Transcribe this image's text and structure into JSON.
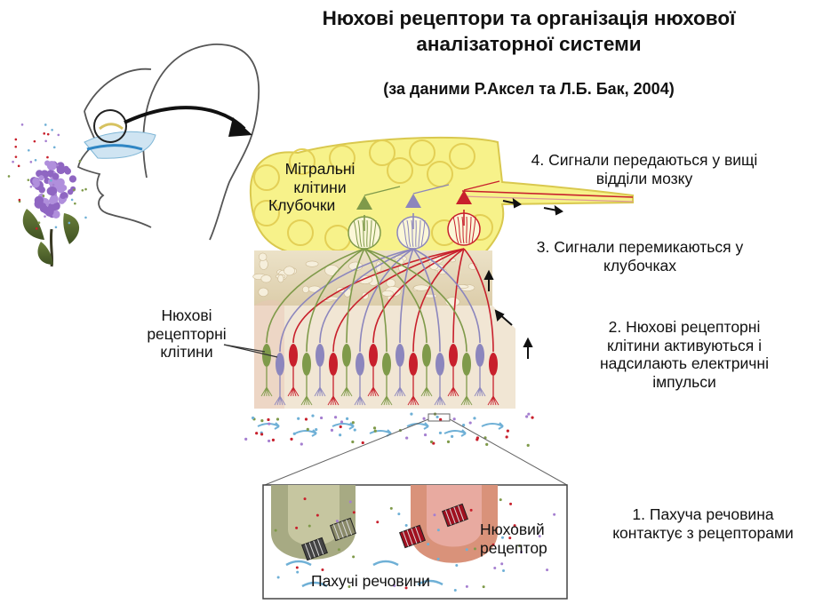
{
  "title": {
    "line1": "Нюхові рецептори та організація нюхової",
    "line2": "аналізаторної системи"
  },
  "subtitle": "(за даними Р.Аксел та Л.Б. Бак, 2004)",
  "labels": {
    "mitral_cells": "Мітральні клітини",
    "glomeruli": "Клубочки",
    "receptor_cells": "Нюхові рецепторні клітини",
    "receptor": "Нюховий рецептор",
    "odorants": "Пахучі речовини"
  },
  "steps": [
    {
      "line1": "1. Пахуча речовина",
      "line2": "контактує з рецепторами"
    },
    {
      "line1": "2. Нюхові рецепторні",
      "line2": "клітини активуються і",
      "line3": "надсилають електричні",
      "line4": "імпульси"
    },
    {
      "line1": "3. Сигнали перемикаються у",
      "line2": "клубочках"
    },
    {
      "line1": "4. Сигнали передаються у вищі",
      "line2": "відділи мозку"
    }
  ],
  "colors": {
    "bulb_yellow": "#f7f28a",
    "bulb_ring": "#e3cf55",
    "bone_tan": "#e9dcc0",
    "epithelium": "#f1e6d4",
    "receptor_red": "#c8202c",
    "receptor_green": "#7f9a4a",
    "receptor_purple": "#8c86bd",
    "lilac": "#a57fd0",
    "arrow_blue": "#6fb0d6"
  }
}
